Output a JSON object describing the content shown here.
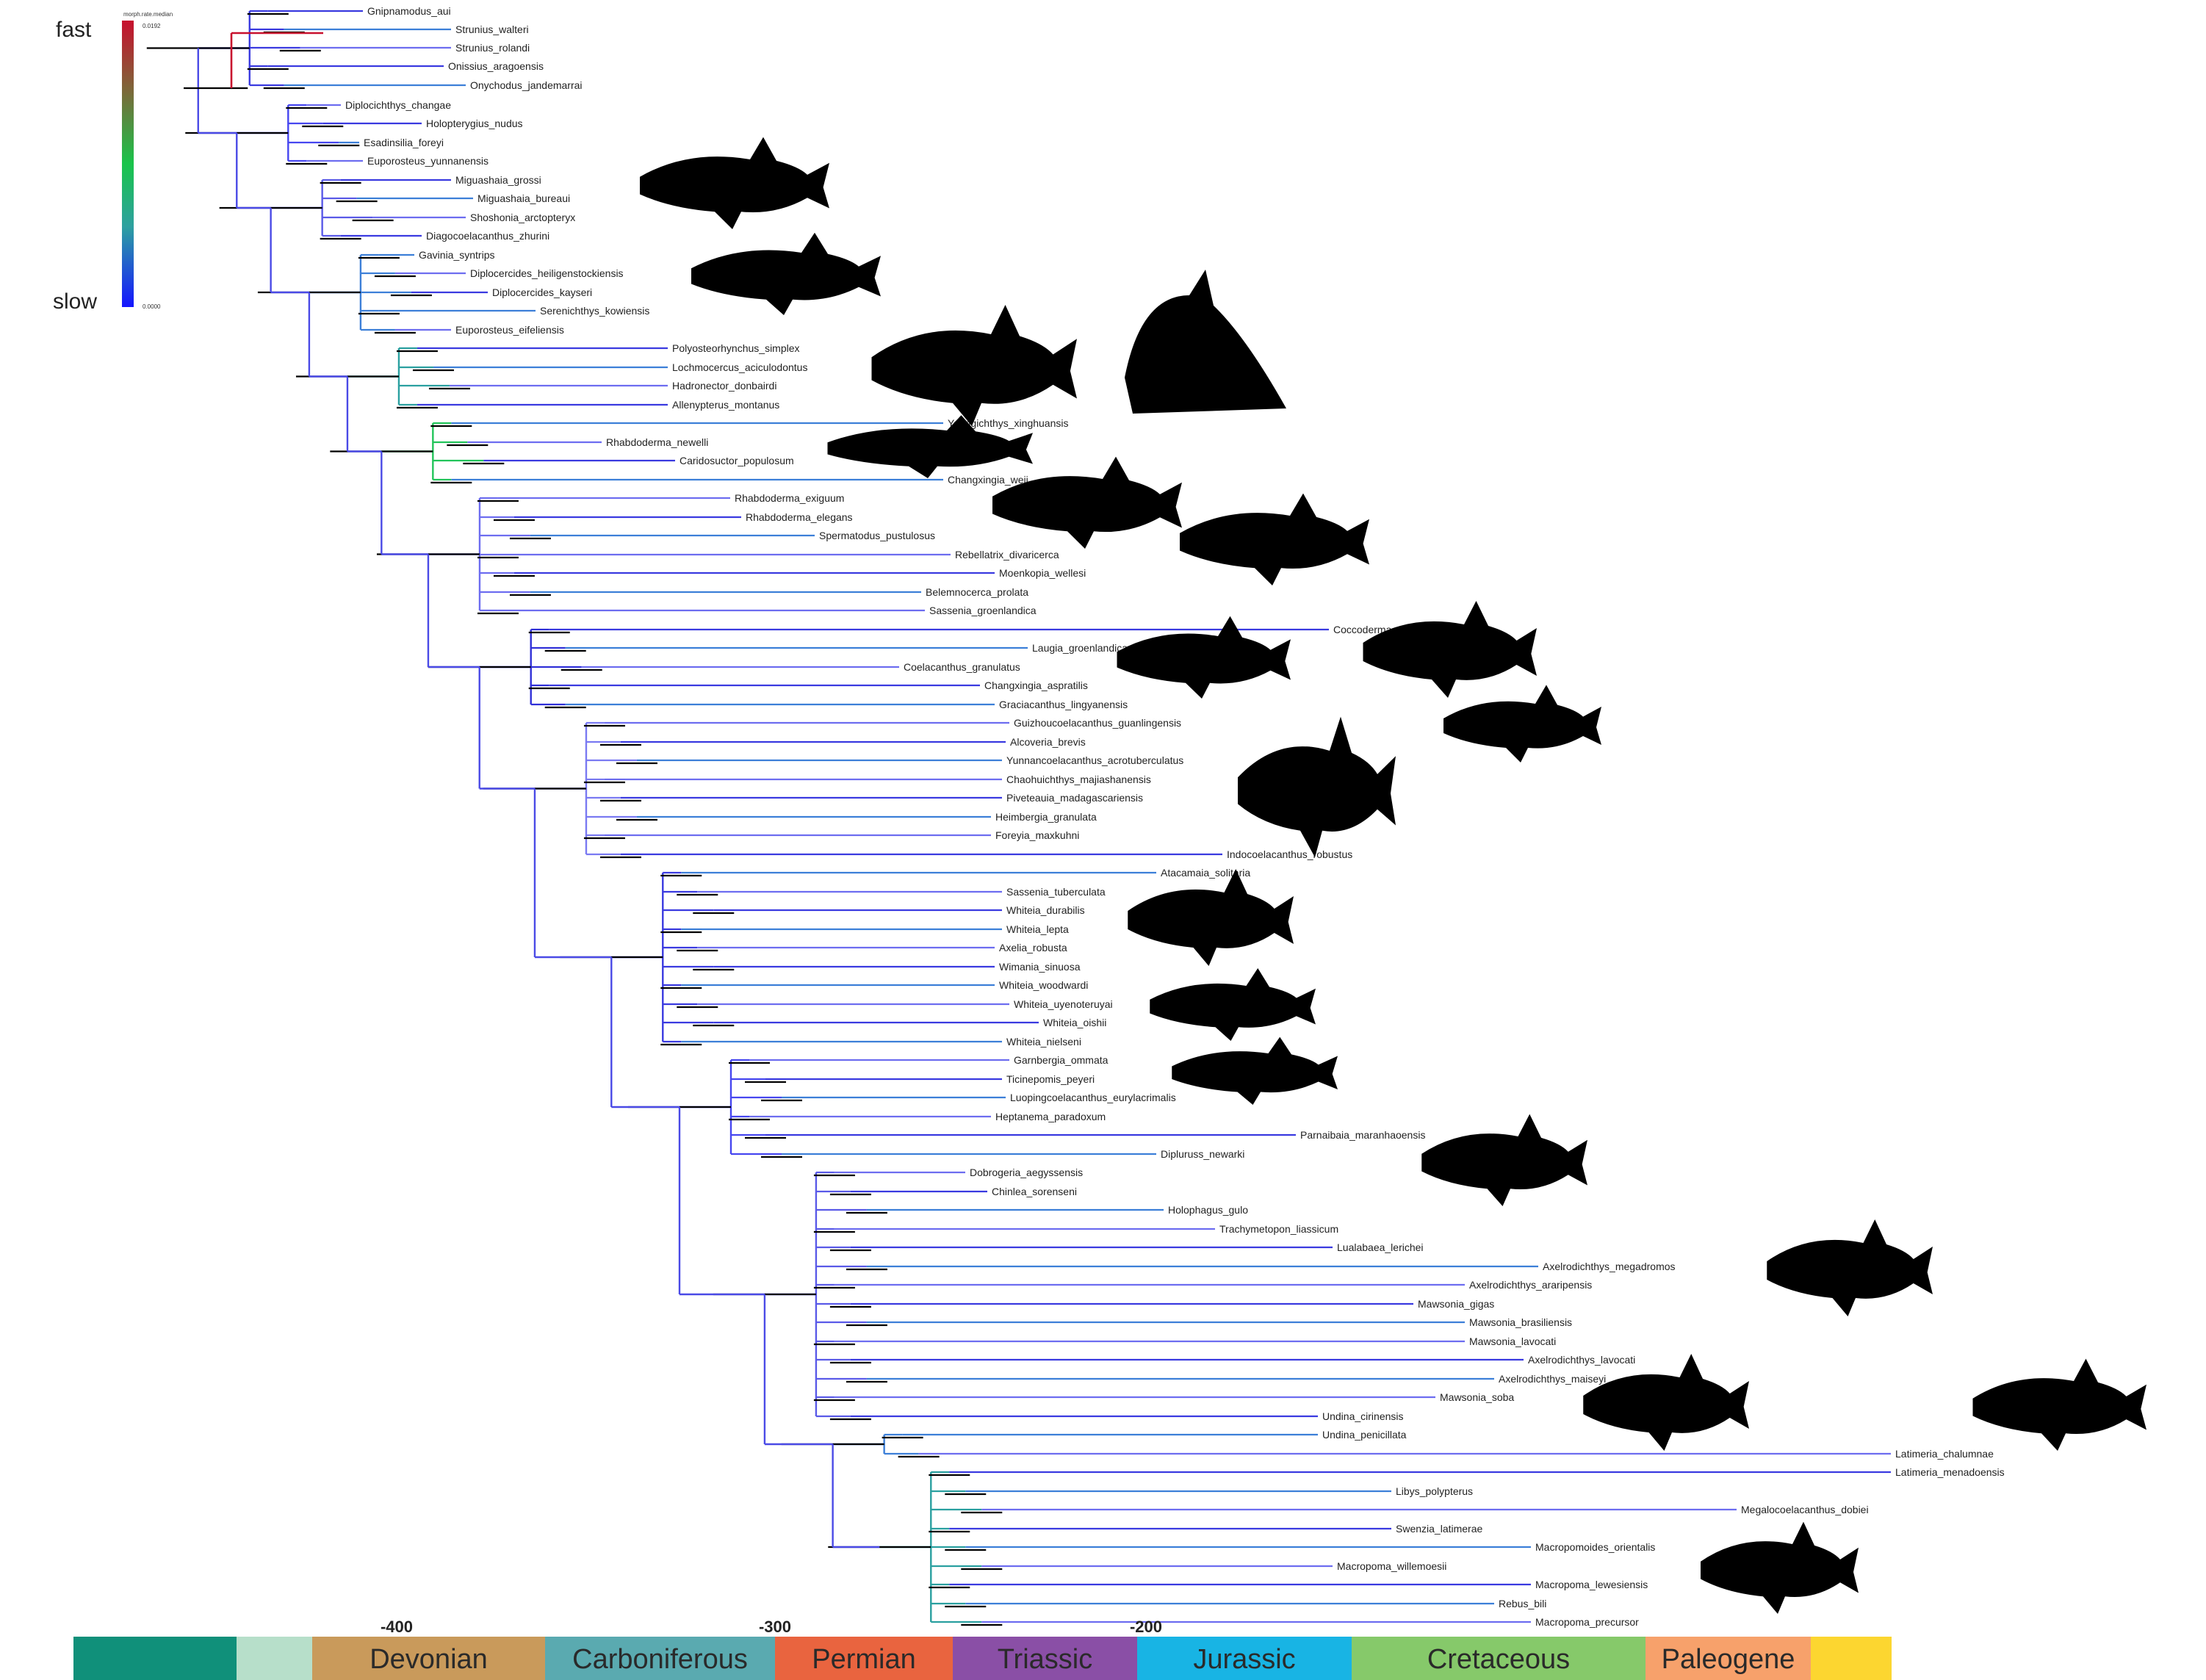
{
  "legend": {
    "top_label": "fast",
    "bottom_label": "slow",
    "title": "morph.rate.median",
    "max_value": "0.0192",
    "min_value": "0.0000"
  },
  "timescale": {
    "ticks": [
      "-400",
      "-300",
      "-200"
    ],
    "periods": [
      {
        "name": "",
        "color": "#10907a"
      },
      {
        "name": "",
        "color": "#b7dfca"
      },
      {
        "name": "Devonian",
        "color": "#c99a5b"
      },
      {
        "name": "Carboniferous",
        "color": "#5aaab0"
      },
      {
        "name": "Permian",
        "color": "#e9643f"
      },
      {
        "name": "Triassic",
        "color": "#8a4fa6"
      },
      {
        "name": "Jurassic",
        "color": "#18b4e4"
      },
      {
        "name": "Cretaceous",
        "color": "#86c96a"
      },
      {
        "name": "Paleogene",
        "color": "#f7a16b"
      },
      {
        "name": "",
        "color": "#fcd630"
      }
    ]
  },
  "taxa": [
    "Gnipnamodus_aui",
    "Strunius_walteri",
    "Strunius_rolandi",
    "Onissius_aragoensis",
    "Onychodus_jandemarrai",
    "Diplocichthys_changae",
    "Holopterygius_nudus",
    "Esadinsilia_foreyi",
    "Euporosteus_yunnanensis",
    "Miguashaia_grossi",
    "Miguashaia_bureaui",
    "Shoshonia_arctopteryx",
    "Diagocoelacanthus_zhurini",
    "Gavinia_syntrips",
    "Diplocercides_heiligenstockiensis",
    "Diplocercides_kayseri",
    "Serenichthys_kowiensis",
    "Euporosteus_eifeliensis",
    "Polyosteorhynchus_simplex",
    "Lochmocercus_aciculodontus",
    "Hadronector_donbairdi",
    "Allenypterus_montanus",
    "Youngichthys_xinghuansis",
    "Rhabdoderma_newelli",
    "Caridosuctor_populosum",
    "Changxingia_weii",
    "Rhabdoderma_exiguum",
    "Rhabdoderma_elegans",
    "Spermatodus_pustulosus",
    "Rebellatrix_divaricerca",
    "Moenkopia_wellesi",
    "Belemnocerca_prolata",
    "Sassenia_groenlandica",
    "Coccoderma_suevicum",
    "Laugia_groenlandica",
    "Coelacanthus_granulatus",
    "Changxingia_aspratilis",
    "Graciacanthus_lingyanensis",
    "Guizhoucoelacanthus_guanlingensis",
    "Alcoveria_brevis",
    "Yunnancoelacanthus_acrotuberculatus",
    "Chaohuichthys_majiashanensis",
    "Piveteauia_madagascariensis",
    "Heimbergia_granulata",
    "Foreyia_maxkuhni",
    "Indocoelacanthus_robustus",
    "Atacamaia_solitaria",
    "Sassenia_tuberculata",
    "Whiteia_durabilis",
    "Whiteia_lepta",
    "Axelia_robusta",
    "Wimania_sinuosa",
    "Whiteia_woodwardi",
    "Whiteia_uyenoteruyai",
    "Whiteia_oishii",
    "Whiteia_nielseni",
    "Garnbergia_ommata",
    "Ticinepomis_peyeri",
    "Luopingcoelacanthus_eurylacrimalis",
    "Heptanema_paradoxum",
    "Parnaibaia_maranhaoensis",
    "Dipluruss_newarki",
    "Dobrogeria_aegyssensis",
    "Chinlea_sorenseni",
    "Holophagus_gulo",
    "Trachymetopon_liassicum",
    "Lualabaea_lerichei",
    "Axelrodichthys_megadromos",
    "Axelrodichthys_araripensis",
    "Mawsonia_gigas",
    "Mawsonia_brasiliensis",
    "Mawsonia_lavocati",
    "Axelrodichthys_lavocati",
    "Axelrodichthys_maiseyi",
    "Mawsonia_soba",
    "Undina_cirinensis",
    "Undina_penicillata",
    "Latimeria_chalumnae",
    "Latimeria_menadoensis",
    "Libys_polypterus",
    "Megalocoelacanthus_dobiei",
    "Swenzia_latimerae",
    "Macropomoides_orientalis",
    "Macropoma_willemoesii",
    "Macropoma_lewesiensis",
    "Rebus_bili",
    "Macropoma_precursor"
  ]
}
